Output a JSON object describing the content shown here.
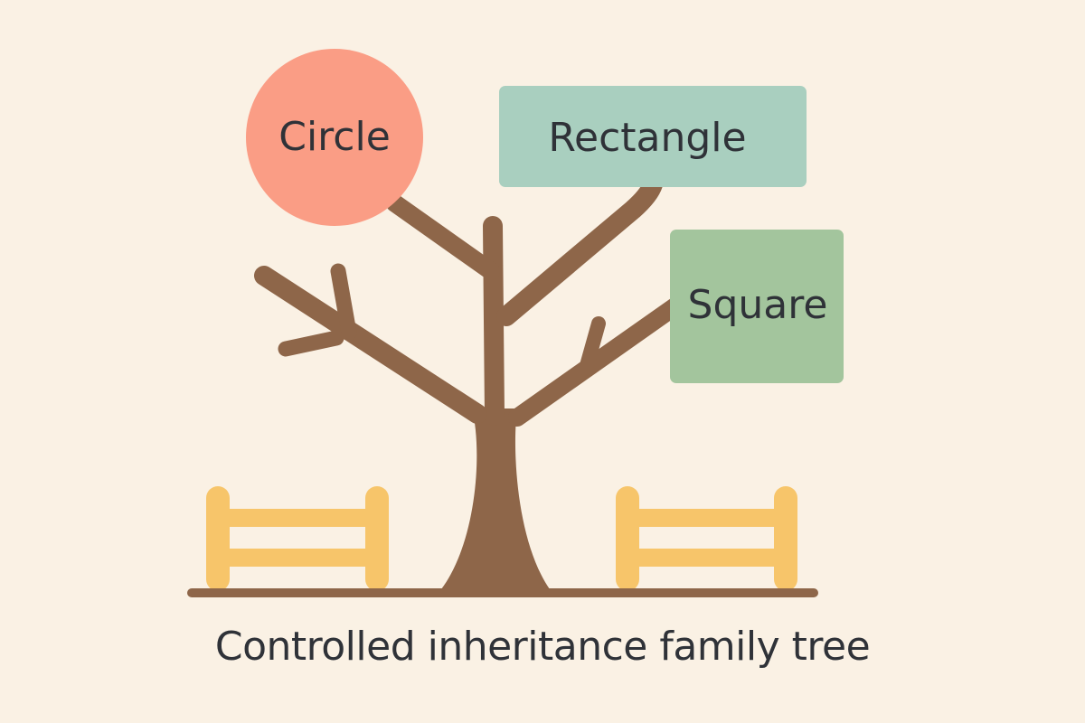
{
  "nodes": {
    "circle": {
      "label": "Circle",
      "color": "#fa9d85"
    },
    "rectangle": {
      "label": "Rectangle",
      "color": "#a9cfbf"
    },
    "square": {
      "label": "Square",
      "color": "#a3c59d"
    }
  },
  "tree": {
    "trunk_color": "#8e6649"
  },
  "fence": {
    "color": "#f7c56a",
    "shade": "#e9b35a"
  },
  "ground": {
    "color": "#8e6649"
  },
  "caption": "Controlled inheritance family tree"
}
